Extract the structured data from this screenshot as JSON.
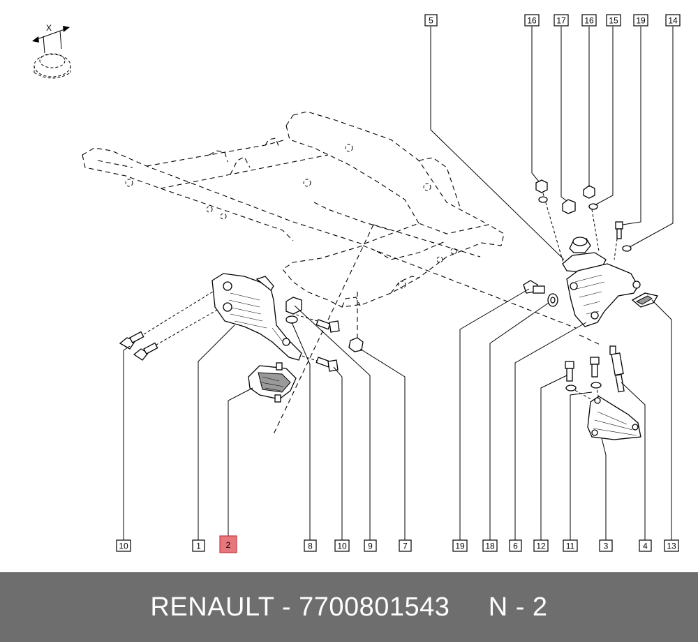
{
  "diagram": {
    "dimension_symbol": "X",
    "callouts_bottom": [
      {
        "id": "c-bottom-10a",
        "label": "10",
        "highlight": false
      },
      {
        "id": "c-bottom-1",
        "label": "1",
        "highlight": false
      },
      {
        "id": "c-bottom-2",
        "label": "2",
        "highlight": true
      },
      {
        "id": "c-bottom-8",
        "label": "8",
        "highlight": false
      },
      {
        "id": "c-bottom-10b",
        "label": "10",
        "highlight": false
      },
      {
        "id": "c-bottom-9",
        "label": "9",
        "highlight": false
      },
      {
        "id": "c-bottom-7",
        "label": "7",
        "highlight": false
      },
      {
        "id": "c-bottom-19",
        "label": "19",
        "highlight": false
      },
      {
        "id": "c-bottom-18",
        "label": "18",
        "highlight": false
      },
      {
        "id": "c-bottom-6",
        "label": "6",
        "highlight": false
      },
      {
        "id": "c-bottom-12",
        "label": "12",
        "highlight": false
      },
      {
        "id": "c-bottom-11",
        "label": "11",
        "highlight": false
      },
      {
        "id": "c-bottom-3",
        "label": "3",
        "highlight": false
      },
      {
        "id": "c-bottom-4",
        "label": "4",
        "highlight": false
      },
      {
        "id": "c-bottom-13",
        "label": "13",
        "highlight": false
      }
    ],
    "callouts_top": [
      {
        "id": "c-top-5",
        "label": "5"
      },
      {
        "id": "c-top-16a",
        "label": "16"
      },
      {
        "id": "c-top-17",
        "label": "17"
      },
      {
        "id": "c-top-16b",
        "label": "16"
      },
      {
        "id": "c-top-15",
        "label": "15"
      },
      {
        "id": "c-top-19",
        "label": "19"
      },
      {
        "id": "c-top-14",
        "label": "14"
      }
    ]
  },
  "footer": {
    "brand": "RENAULT",
    "separator": " - ",
    "part_number": "7700801543",
    "position_label": "N - 2"
  },
  "colors": {
    "footer_bg": "#6e6e6e",
    "footer_text": "#ffffff",
    "highlight_fill": "#e8777d",
    "highlight_stroke": "#c0393f"
  }
}
